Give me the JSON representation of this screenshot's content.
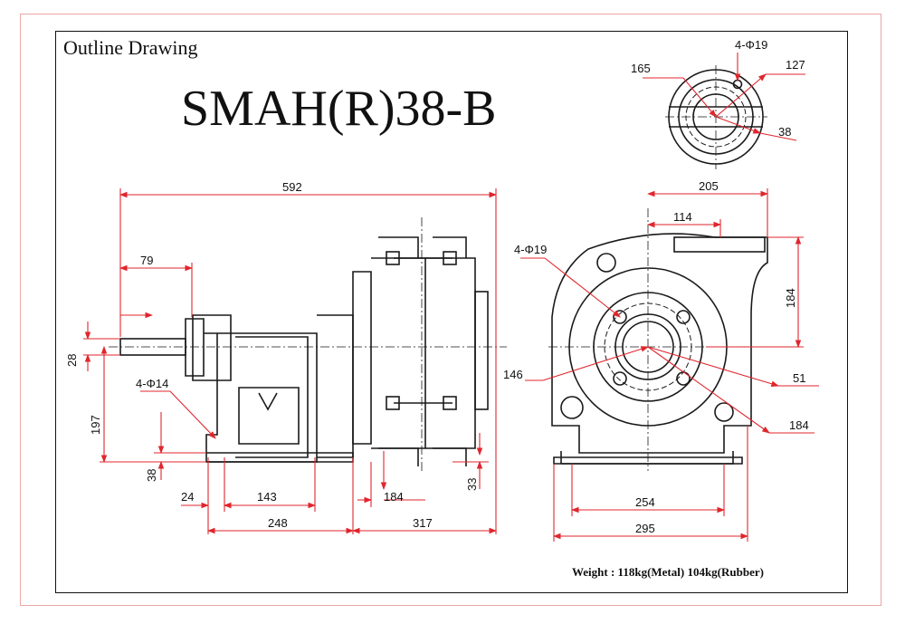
{
  "header": {
    "title": "Outline Drawing",
    "model": "SMAH(R)38-B"
  },
  "footer": {
    "weight": "Weight : 118kg(Metal)  104kg(Rubber)"
  },
  "dimensions": {
    "d592": "592",
    "d79": "79",
    "d28": "28",
    "d197": "197",
    "d38_left": "38",
    "d4phi14": "4-Φ14",
    "d24": "24",
    "d143": "143",
    "d248": "248",
    "d184_bottom": "184",
    "d317": "317",
    "d33": "33",
    "d4phi19_mid": "4-Φ19",
    "d146": "146",
    "d205": "205",
    "d114": "114",
    "d184_right": "184",
    "d51": "51",
    "d184_diag": "184",
    "d254": "254",
    "d295": "295",
    "d4phi19_top": "4-Φ19",
    "d165": "165",
    "d127": "127",
    "d38_top": "38"
  },
  "colors": {
    "dimension": "#e0262d",
    "linework": "#1a1a1a",
    "frame_outer": "#e8a7a7"
  }
}
